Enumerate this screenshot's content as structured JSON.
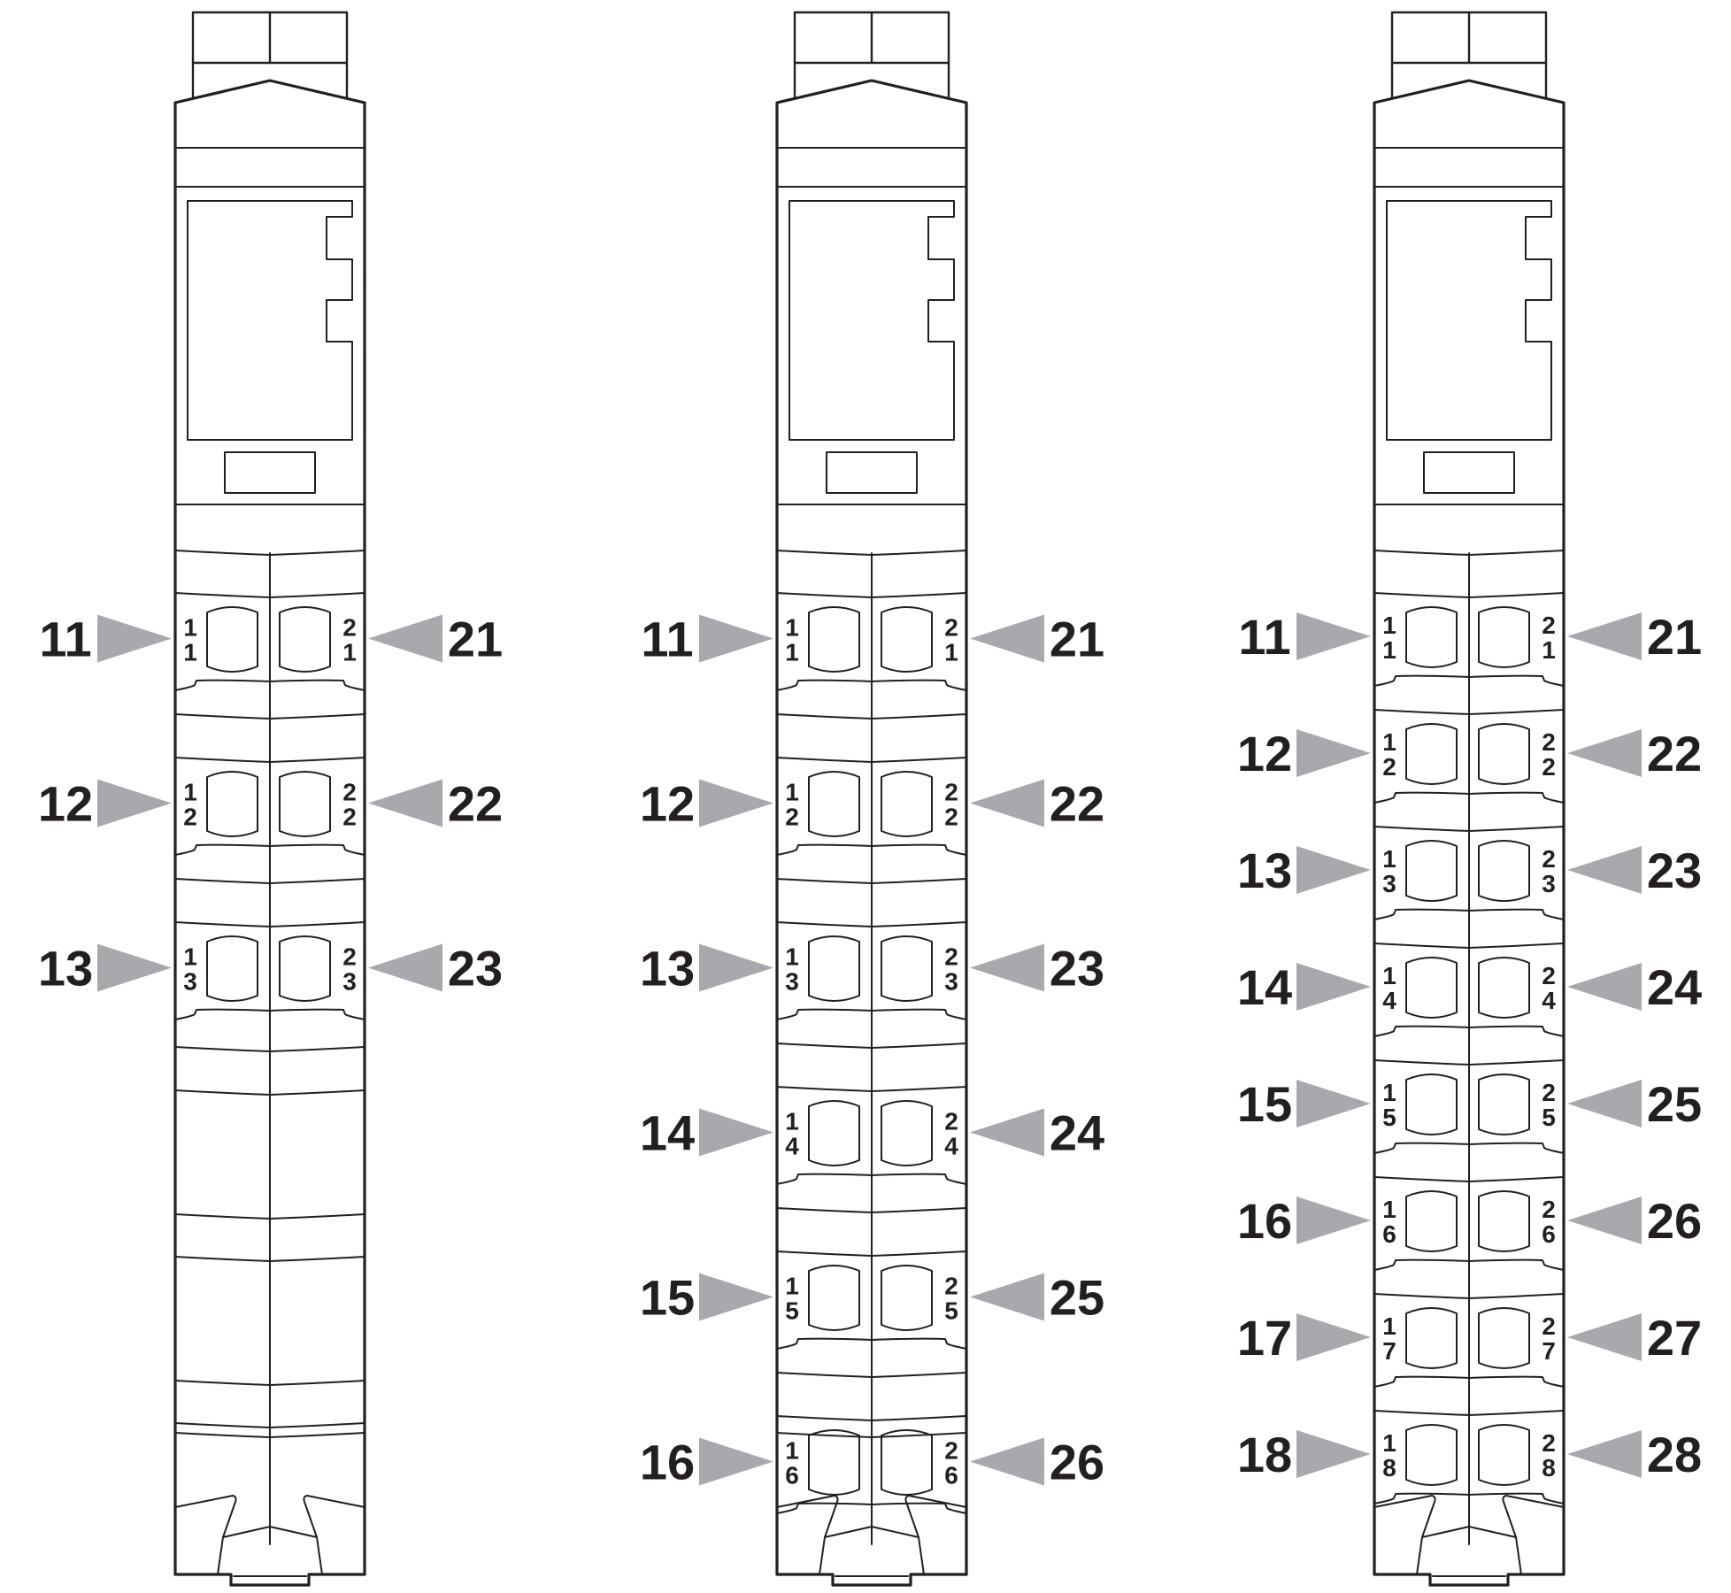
{
  "diagram": {
    "title": "",
    "colors": {
      "line": "#231f20",
      "pointer": "#a7a9ac",
      "label": "#231f20",
      "background": "#ffffff"
    },
    "modules": [
      {
        "name": "module-3-channel",
        "channel_count": 3,
        "empty_section_rows": 2,
        "left_terminals": [
          "11",
          "12",
          "13"
        ],
        "right_terminals": [
          "21",
          "22",
          "23"
        ]
      },
      {
        "name": "module-6-channel",
        "channel_count": 6,
        "empty_section_rows": 0,
        "left_terminals": [
          "11",
          "12",
          "13",
          "14",
          "15",
          "16"
        ],
        "right_terminals": [
          "21",
          "22",
          "23",
          "24",
          "25",
          "26"
        ]
      },
      {
        "name": "module-8-channel",
        "channel_count": 8,
        "empty_section_rows": 0,
        "left_terminals": [
          "11",
          "12",
          "13",
          "14",
          "15",
          "16",
          "17",
          "18"
        ],
        "right_terminals": [
          "21",
          "22",
          "23",
          "24",
          "25",
          "26",
          "27",
          "28"
        ]
      }
    ]
  }
}
